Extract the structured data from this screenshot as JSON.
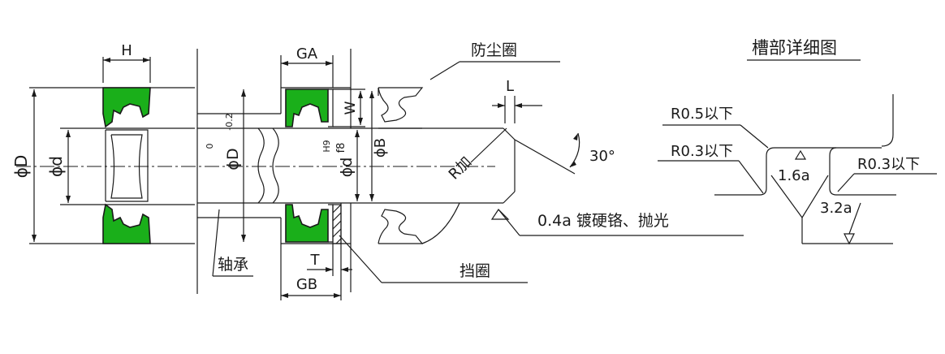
{
  "colors": {
    "seal": "#1aaf1a",
    "line": "#1a1a1a"
  },
  "seal_section": {
    "height_label": "H",
    "outer_dia_label": "ϕD",
    "inner_dia_label": "ϕd"
  },
  "assembly": {
    "groove_width_a": "GA",
    "groove_width_b": "GB",
    "retainer_thickness": "T",
    "width_label": "W",
    "bore_dia_label": "ϕD",
    "bore_tol_upper": "0",
    "bore_tol_lower": "-0.2",
    "rod_dia_label": "ϕd",
    "rod_tol_upper": "H9",
    "rod_tol_lower": "f8",
    "phi_b_label": "ϕB",
    "chamfer_radius": "R加",
    "chamfer_length": "L",
    "chamfer_angle": "30°",
    "dust_seal_label": "防尘圈",
    "bearing_label": "轴承",
    "retainer_label": "挡圈",
    "finish_note": "0.4a 镀硬铬、抛光"
  },
  "groove_detail": {
    "title": "槽部详细图",
    "radius_1": "R0.5以下",
    "radius_2": "R0.3以下",
    "radius_3": "R0.3以下",
    "roughness_1": "1.6a",
    "roughness_2": "3.2a"
  }
}
